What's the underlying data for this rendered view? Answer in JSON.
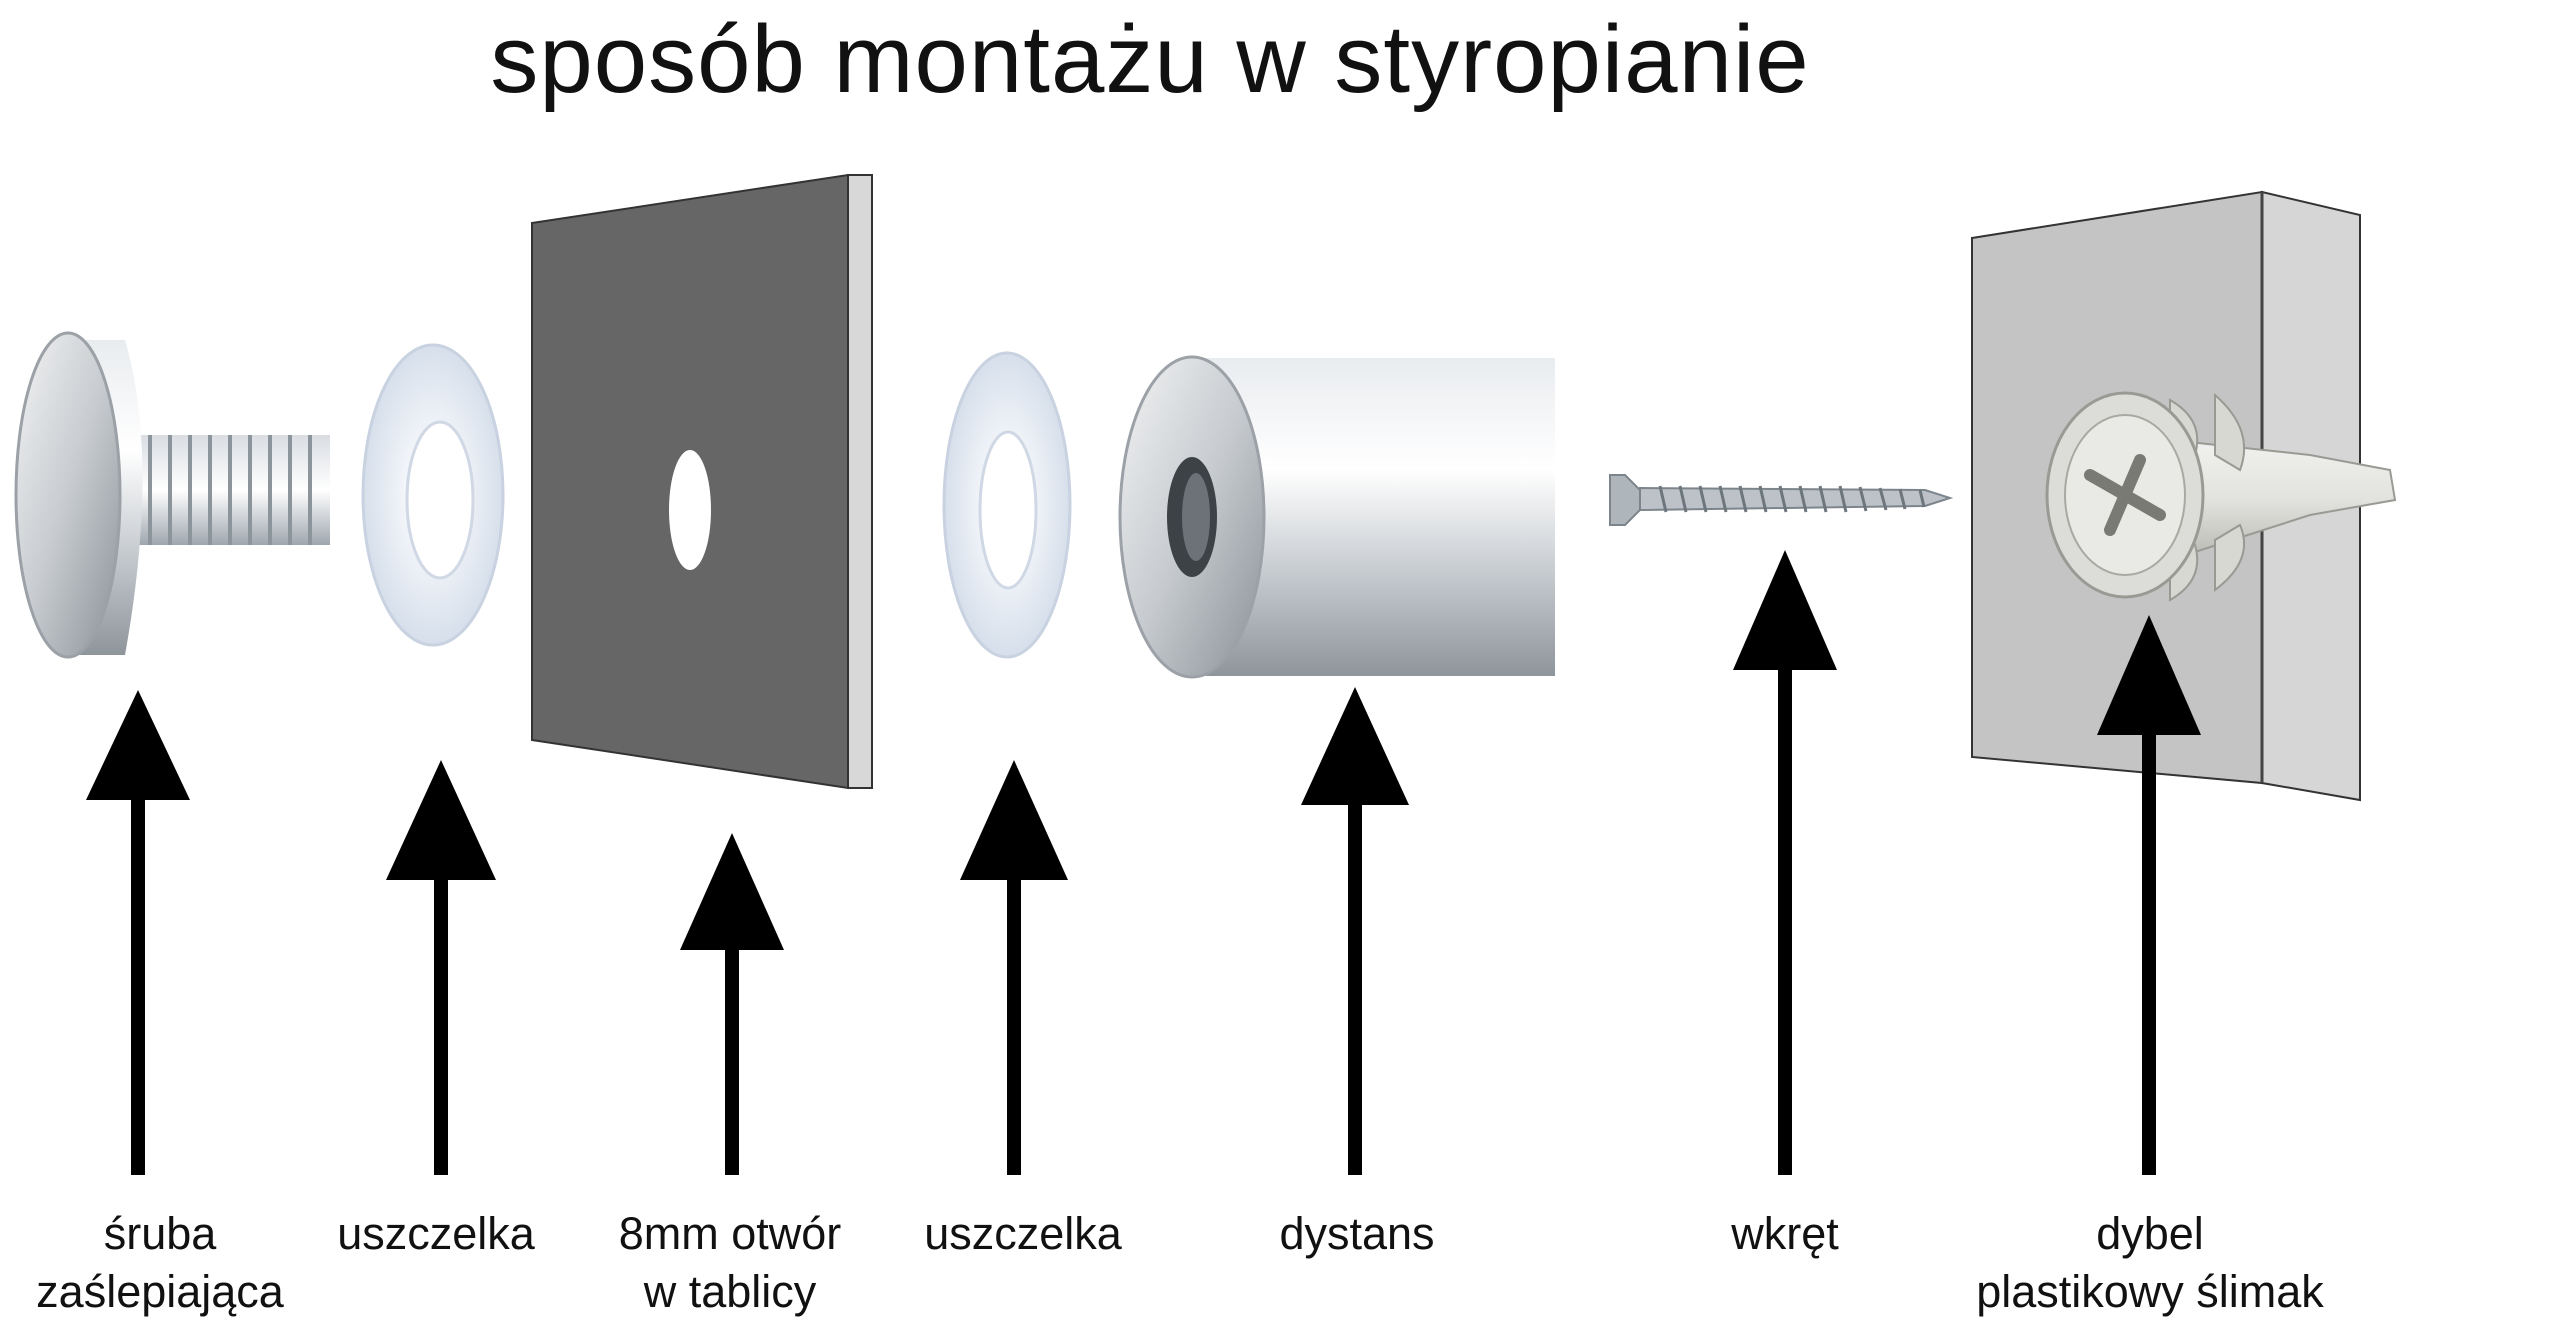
{
  "title": "sposób montażu w styropianie",
  "parts": [
    {
      "id": "cap-screw",
      "line1": "śruba",
      "line2": "zaślepiająca"
    },
    {
      "id": "washer-1",
      "line1": "uszczelka",
      "line2": ""
    },
    {
      "id": "board-hole",
      "line1": "8mm otwór",
      "line2": "w tablicy"
    },
    {
      "id": "washer-2",
      "line1": "uszczelka",
      "line2": ""
    },
    {
      "id": "spacer",
      "line1": "dystans",
      "line2": ""
    },
    {
      "id": "wood-screw",
      "line1": "wkręt",
      "line2": ""
    },
    {
      "id": "plastic-anchor",
      "line1": "dybel",
      "line2": "plastikowy ślimak"
    }
  ],
  "colors": {
    "board": "#666666",
    "board_edge": "#d8d8d8",
    "foam_front": "#c4c4c4",
    "foam_side": "#d6d6d6",
    "arrow": "#000000",
    "metal": "#bfc4c8",
    "washer": "#e8eef6"
  }
}
